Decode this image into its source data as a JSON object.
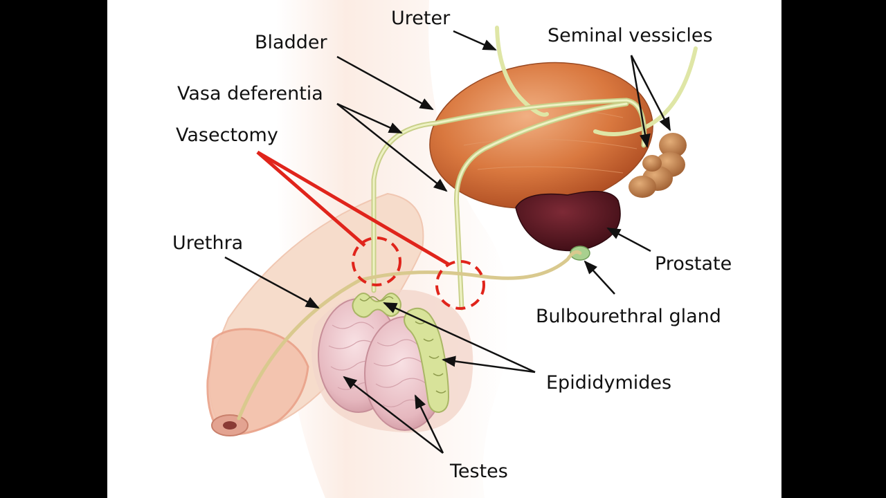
{
  "labels": {
    "ureter": "Ureter",
    "bladder": "Bladder",
    "seminal_vesicles": "Seminal vessicles",
    "vasa_deferentia": "Vasa deferentia",
    "vasectomy": "Vasectomy",
    "urethra": "Urethra",
    "prostate": "Prostate",
    "bulbourethral_gland": "Bulbourethral gland",
    "epididymides": "Epididymides",
    "testes": "Testes"
  },
  "colors": {
    "background": "#000000",
    "canvas": "#ffffff",
    "skin": "#f6dccb",
    "bladder": "#d9783f",
    "prostate": "#5a1520",
    "vas": "#dfe6a6",
    "vasectomy": "#e0241b",
    "testis": "#ecc3c9",
    "epididymis": "#d8e39a",
    "seminal_vesicle": "#c98a55",
    "gland": "#a9d08f"
  }
}
